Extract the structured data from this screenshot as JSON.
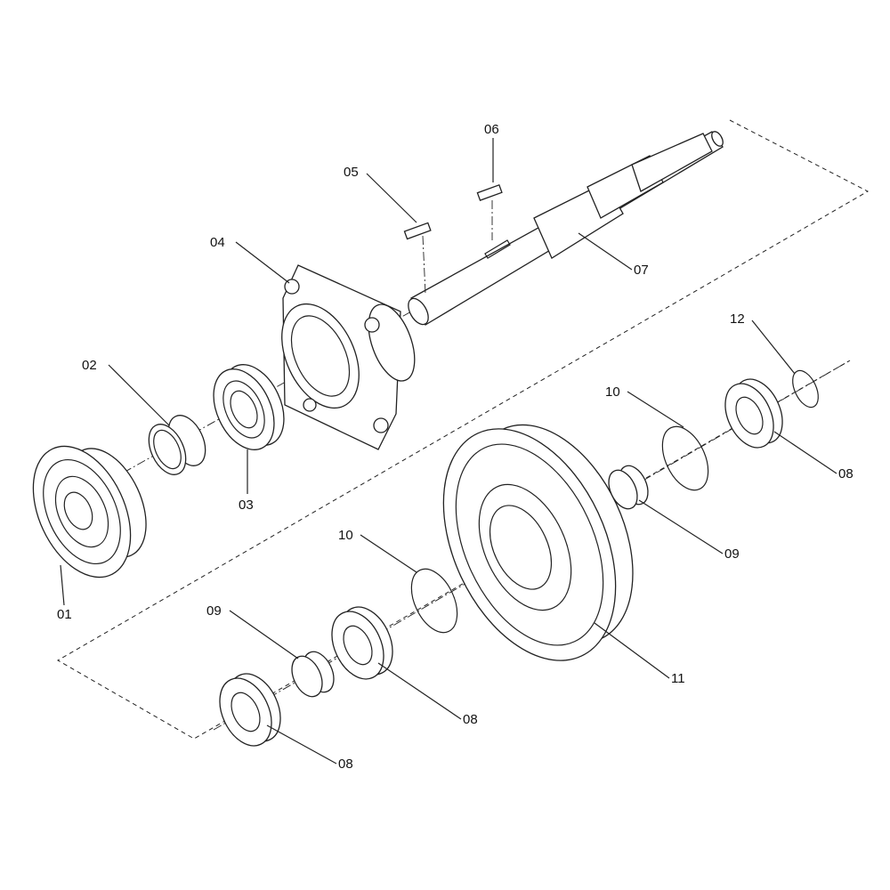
{
  "title": "Exploded parts diagram",
  "callouts": [
    {
      "id": "01",
      "label": "01"
    },
    {
      "id": "02",
      "label": "02"
    },
    {
      "id": "03",
      "label": "03"
    },
    {
      "id": "04",
      "label": "04"
    },
    {
      "id": "05",
      "label": "05"
    },
    {
      "id": "06",
      "label": "06"
    },
    {
      "id": "07",
      "label": "07"
    },
    {
      "id": "08a",
      "label": "08"
    },
    {
      "id": "08b",
      "label": "08"
    },
    {
      "id": "08c",
      "label": "08"
    },
    {
      "id": "09a",
      "label": "09"
    },
    {
      "id": "09b",
      "label": "09"
    },
    {
      "id": "10a",
      "label": "10"
    },
    {
      "id": "10b",
      "label": "10"
    },
    {
      "id": "11",
      "label": "11"
    },
    {
      "id": "12",
      "label": "12"
    }
  ],
  "colors": {
    "line": "#222222",
    "background": "#ffffff"
  }
}
